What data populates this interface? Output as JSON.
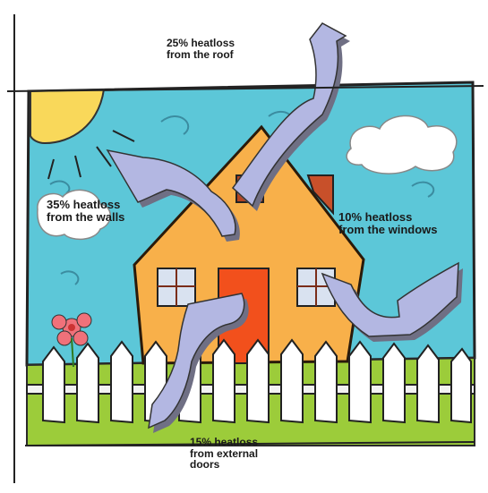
{
  "labels": {
    "roof": {
      "line1": "25% heatloss",
      "line2": "from the roof"
    },
    "walls": {
      "line1": "35% heatloss",
      "line2": "from the walls"
    },
    "windows": {
      "line1": "10% heatloss",
      "line2": "from the windows"
    },
    "doors": {
      "line1": "15% heatloss",
      "line2": "from external",
      "line3": "doors"
    }
  },
  "colors": {
    "sky": "#5cc7d8",
    "sun": "#f9d85a",
    "house": "#f8b04a",
    "roof_outline": "#2a1a0a",
    "door": "#f2501c",
    "grass": "#9ccc3a",
    "arrow": "#b3b7e2",
    "arrow_shadow": "#6f6f84",
    "flower": "#f0717a"
  }
}
